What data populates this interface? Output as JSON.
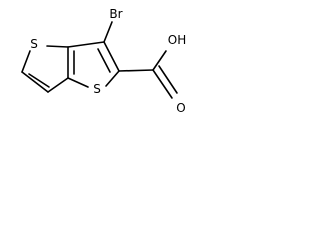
{
  "molecule": {
    "atoms": {
      "sulfur_left": "S",
      "sulfur_bottom": "S",
      "bromine": "Br",
      "oxygen_carbonyl": "O",
      "hydroxyl": "OH"
    }
  },
  "colors": {
    "bond": "#000000",
    "label": "#000000",
    "background": "#ffffff"
  }
}
